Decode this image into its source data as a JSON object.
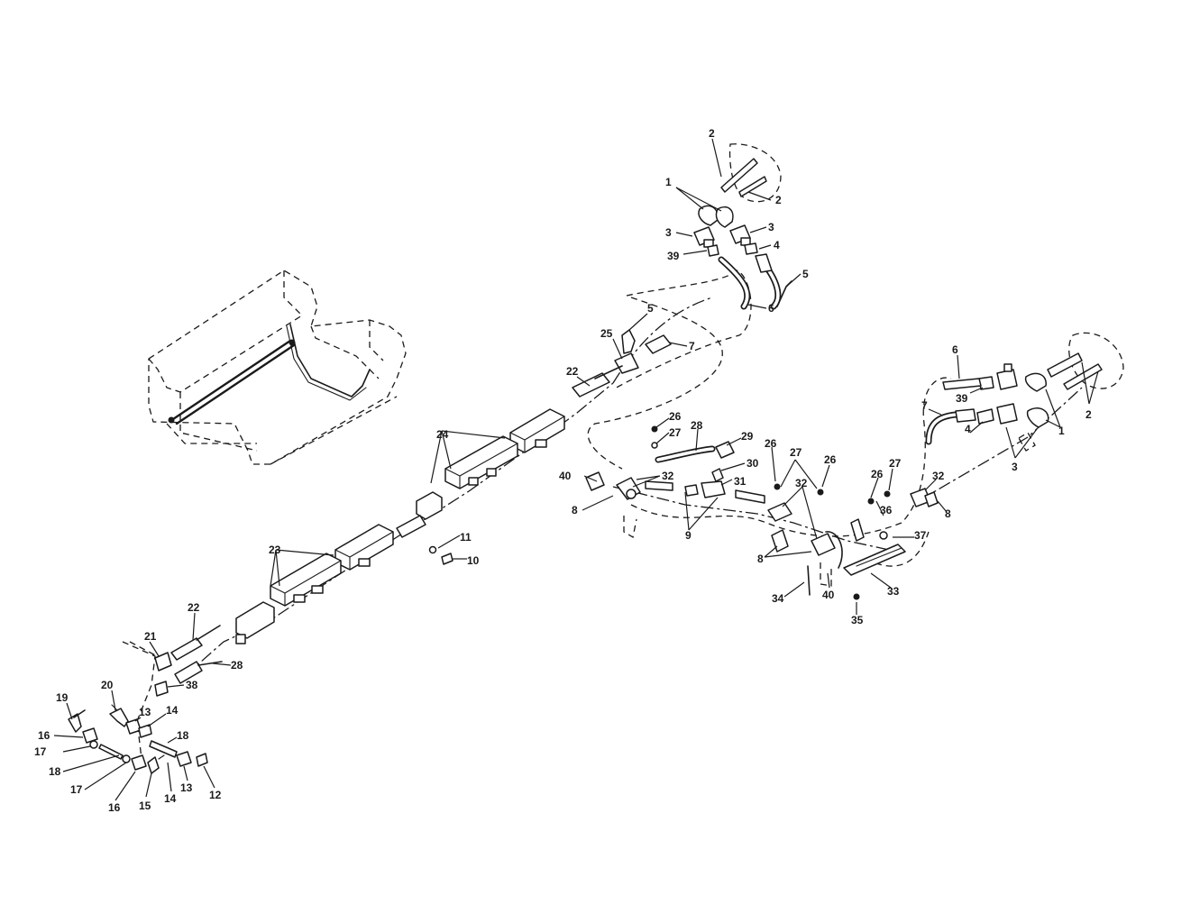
{
  "callouts": [
    {
      "id": "c2a",
      "text": "2"
    },
    {
      "id": "c2b",
      "text": "2"
    },
    {
      "id": "c1a",
      "text": "1"
    },
    {
      "id": "c3a",
      "text": "3"
    },
    {
      "id": "c3b",
      "text": "3"
    },
    {
      "id": "c4a",
      "text": "4"
    },
    {
      "id": "c39a",
      "text": "39"
    },
    {
      "id": "c5a",
      "text": "5"
    },
    {
      "id": "c6a",
      "text": "6"
    },
    {
      "id": "c5b",
      "text": "5"
    },
    {
      "id": "c25",
      "text": "25"
    },
    {
      "id": "c7a",
      "text": "7"
    },
    {
      "id": "c22a",
      "text": "22"
    },
    {
      "id": "c6b",
      "text": "6"
    },
    {
      "id": "c39b",
      "text": "39"
    },
    {
      "id": "c7b",
      "text": "7"
    },
    {
      "id": "c4b",
      "text": "4"
    },
    {
      "id": "c3c",
      "text": "3"
    },
    {
      "id": "c1b",
      "text": "1"
    },
    {
      "id": "c2c",
      "text": "2"
    },
    {
      "id": "c26a",
      "text": "26"
    },
    {
      "id": "c27a",
      "text": "27"
    },
    {
      "id": "c28a",
      "text": "28"
    },
    {
      "id": "c29",
      "text": "29"
    },
    {
      "id": "c30",
      "text": "30"
    },
    {
      "id": "c31",
      "text": "31"
    },
    {
      "id": "c32a",
      "text": "32"
    },
    {
      "id": "c40a",
      "text": "40"
    },
    {
      "id": "c8a",
      "text": "8"
    },
    {
      "id": "c9",
      "text": "9"
    },
    {
      "id": "c24",
      "text": "24"
    },
    {
      "id": "c26b",
      "text": "26"
    },
    {
      "id": "c27b",
      "text": "27"
    },
    {
      "id": "c26c",
      "text": "26"
    },
    {
      "id": "c32b",
      "text": "32"
    },
    {
      "id": "c26d",
      "text": "26"
    },
    {
      "id": "c27c",
      "text": "27"
    },
    {
      "id": "c32c",
      "text": "32"
    },
    {
      "id": "c8b",
      "text": "8"
    },
    {
      "id": "c36",
      "text": "36"
    },
    {
      "id": "c37",
      "text": "37"
    },
    {
      "id": "c8c",
      "text": "8"
    },
    {
      "id": "c40b",
      "text": "40"
    },
    {
      "id": "c33",
      "text": "33"
    },
    {
      "id": "c34",
      "text": "34"
    },
    {
      "id": "c35",
      "text": "35"
    },
    {
      "id": "c11",
      "text": "11"
    },
    {
      "id": "c10",
      "text": "10"
    },
    {
      "id": "c23",
      "text": "23"
    },
    {
      "id": "c22b",
      "text": "22"
    },
    {
      "id": "c21",
      "text": "21"
    },
    {
      "id": "c28b",
      "text": "28"
    },
    {
      "id": "c38",
      "text": "38"
    },
    {
      "id": "c20",
      "text": "20"
    },
    {
      "id": "c19",
      "text": "19"
    },
    {
      "id": "c13a",
      "text": "13"
    },
    {
      "id": "c14a",
      "text": "14"
    },
    {
      "id": "c16a",
      "text": "16"
    },
    {
      "id": "c18a",
      "text": "18"
    },
    {
      "id": "c17a",
      "text": "17"
    },
    {
      "id": "c18b",
      "text": "18"
    },
    {
      "id": "c17b",
      "text": "17"
    },
    {
      "id": "c16b",
      "text": "16"
    },
    {
      "id": "c15",
      "text": "15"
    },
    {
      "id": "c14b",
      "text": "14"
    },
    {
      "id": "c13b",
      "text": "13"
    },
    {
      "id": "c12",
      "text": "12"
    }
  ]
}
